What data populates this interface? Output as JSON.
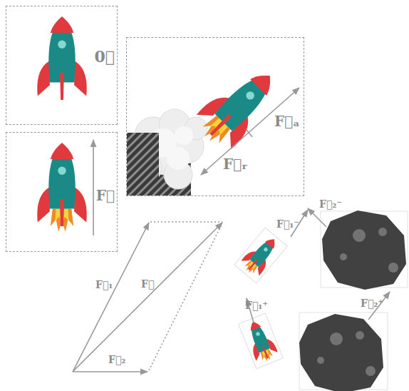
{
  "diagram": {
    "nodes": [
      {
        "text": [
          "0⃗"
        ]
      },
      {
        "text": [
          "F⃗"
        ]
      },
      {
        "text": [
          "F⃗ₐ",
          "F⃗ᵣ"
        ]
      }
    ],
    "labels": [
      "F⃗₁",
      "F⃗",
      "F⃗₂",
      "F⃗₁⁻",
      "F⃗₂⁻",
      "F⃗₁⁺",
      "F⃗₂⁺"
    ]
  }
}
